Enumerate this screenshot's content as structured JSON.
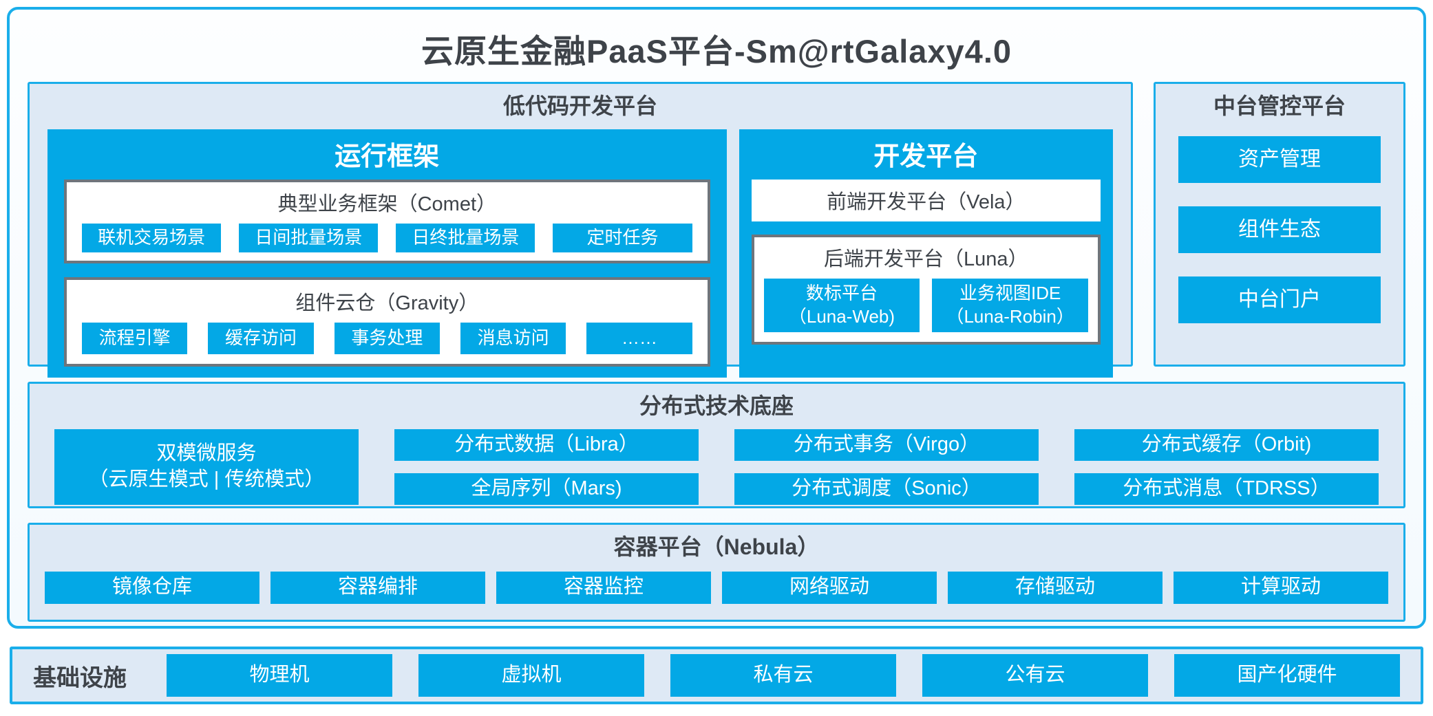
{
  "title": "云原生金融PaaS平台-Sm@rtGalaxy4.0",
  "colors": {
    "accent_blue": "#03A8E6",
    "panel_border_blue": "#1AAEEA",
    "panel_bg": "#DEE9F5",
    "gray_border": "#6E757C",
    "dark_text": "#3E4349"
  },
  "low_code": {
    "title": "低代码开发平台",
    "runtime": {
      "title": "运行框架",
      "comet": {
        "title": "典型业务框架（Comet）",
        "items": [
          "联机交易场景",
          "日间批量场景",
          "日终批量场景",
          "定时任务"
        ]
      },
      "gravity": {
        "title": "组件云仓（Gravity）",
        "items": [
          "流程引擎",
          "缓存访问",
          "事务处理",
          "消息访问",
          "……"
        ]
      }
    },
    "dev": {
      "title": "开发平台",
      "vela_label": "前端开发平台（Vela）",
      "luna": {
        "title": "后端开发平台（Luna）",
        "items": [
          {
            "line1": "数标平台",
            "line2": "（Luna-Web)"
          },
          {
            "line1": "业务视图IDE",
            "line2": "（Luna-Robin）"
          }
        ]
      }
    }
  },
  "mid_platform": {
    "title": "中台管控平台",
    "items": [
      "资产管理",
      "组件生态",
      "中台门户"
    ]
  },
  "distributed": {
    "title": "分布式技术底座",
    "dual_mode": {
      "line1": "双模微服务",
      "line2": "（云原生模式 | 传统模式）"
    },
    "items": [
      "分布式数据（Libra）",
      "分布式事务（Virgo）",
      "分布式缓存（Orbit)",
      "全局序列（Mars)",
      "分布式调度（Sonic）",
      "分布式消息（TDRSS）"
    ]
  },
  "container_platform": {
    "title": "容器平台（Nebula）",
    "items": [
      "镜像仓库",
      "容器编排",
      "容器监控",
      "网络驱动",
      "存储驱动",
      "计算驱动"
    ]
  },
  "infrastructure": {
    "title": "基础设施",
    "items": [
      "物理机",
      "虚拟机",
      "私有云",
      "公有云",
      "国产化硬件"
    ]
  }
}
